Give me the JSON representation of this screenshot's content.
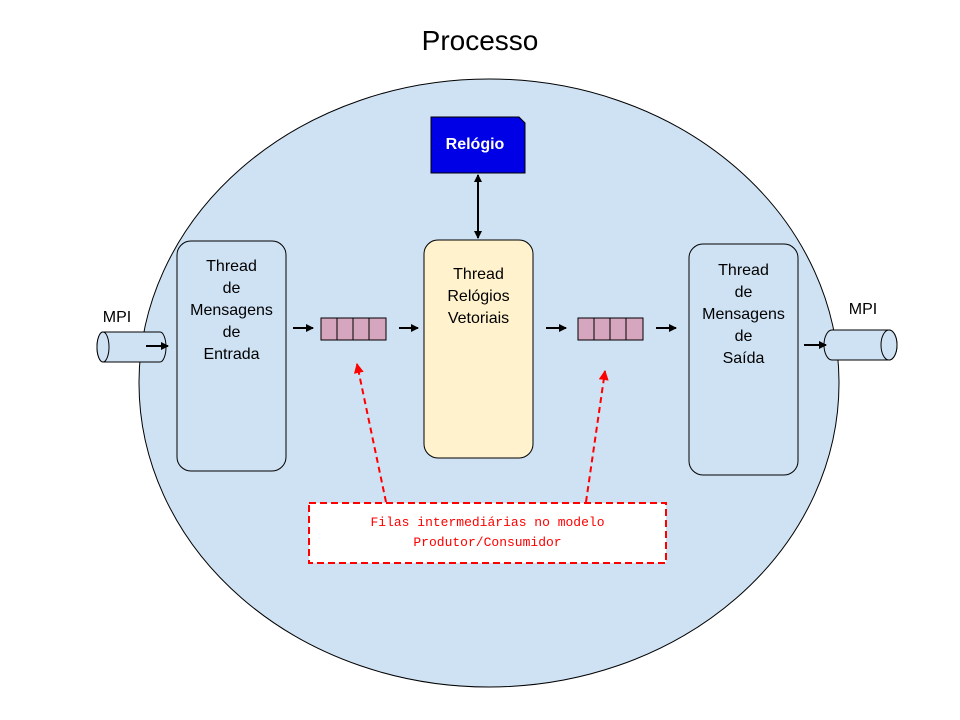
{
  "title": "Processo",
  "clock": {
    "label": "Relógio"
  },
  "thread_input": {
    "lines": [
      "Thread",
      "de",
      "Mensagens",
      "de",
      "Entrada"
    ]
  },
  "thread_clocks": {
    "lines": [
      "Thread",
      "Relógios",
      "Vetoriais"
    ]
  },
  "thread_output": {
    "lines": [
      "Thread",
      "de",
      "Mensagens",
      "de",
      "Saída"
    ]
  },
  "mpi_in": {
    "label": "MPI"
  },
  "mpi_out": {
    "label": "MPI"
  },
  "note": {
    "lines": [
      "Filas intermediárias no modelo",
      "Produtor/Consumidor"
    ]
  },
  "colors": {
    "process_fill": "#cfe2f3",
    "clock_fill": "#0000e6",
    "clock_text": "#ffffff",
    "center_thread_fill": "#fff2cc",
    "side_thread_fill": "#cfe2f3",
    "queue_fill": "#d5a6bd",
    "note_color": "#ff0000"
  }
}
